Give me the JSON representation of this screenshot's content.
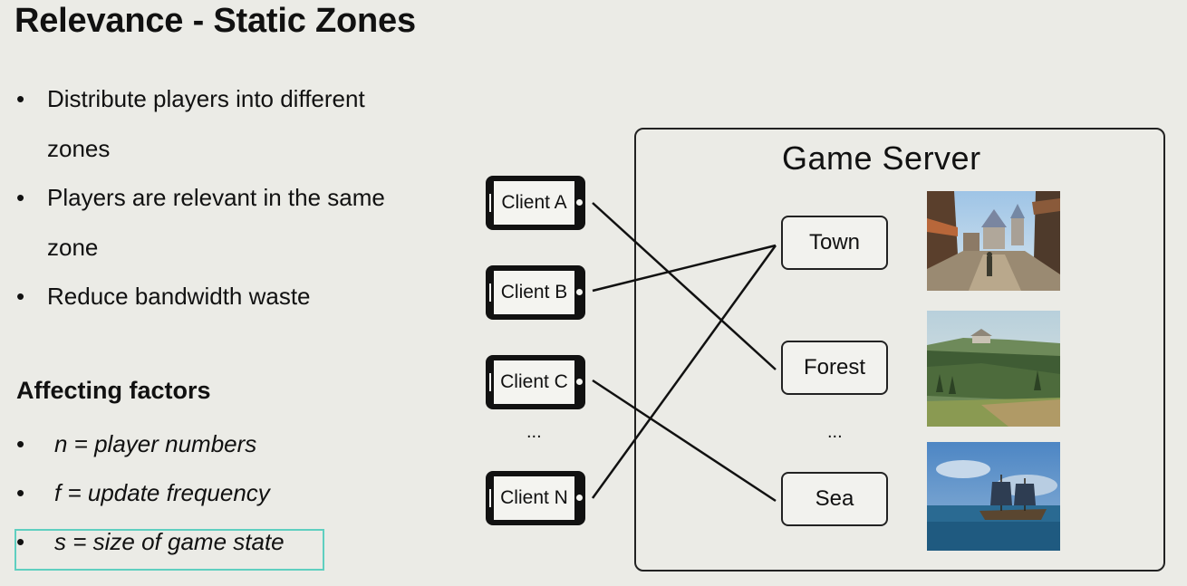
{
  "slide": {
    "title": "Relevance - Static Zones",
    "bullets": [
      {
        "text": "Distribute players into different"
      },
      {
        "text": "zones"
      },
      {
        "text": "Players are relevant in the same"
      },
      {
        "text": "zone"
      },
      {
        "text": "Reduce bandwidth waste"
      }
    ],
    "factors_heading": "Affecting factors",
    "factors": [
      {
        "text": "n = player numbers"
      },
      {
        "text": "f = update frequency"
      },
      {
        "text": "s = size of game state"
      }
    ],
    "bullet_glyph": "•"
  },
  "diagram": {
    "server_title": "Game Server",
    "clients": [
      "Client A",
      "Client B",
      "Client C",
      "Client N"
    ],
    "client_ellipsis": "...",
    "zones": [
      "Town",
      "Forest",
      "Sea"
    ],
    "zone_ellipsis": "...",
    "connections": [
      {
        "client": "Client A",
        "zone": "Forest"
      },
      {
        "client": "Client B",
        "zone": "Town"
      },
      {
        "client": "Client C",
        "zone": "Sea"
      },
      {
        "client": "Client N",
        "zone": "Town"
      }
    ],
    "thumbnails": [
      "town-scene-image",
      "forest-scene-image",
      "sea-scene-image"
    ],
    "highlight_color": "#5fcfc0"
  }
}
